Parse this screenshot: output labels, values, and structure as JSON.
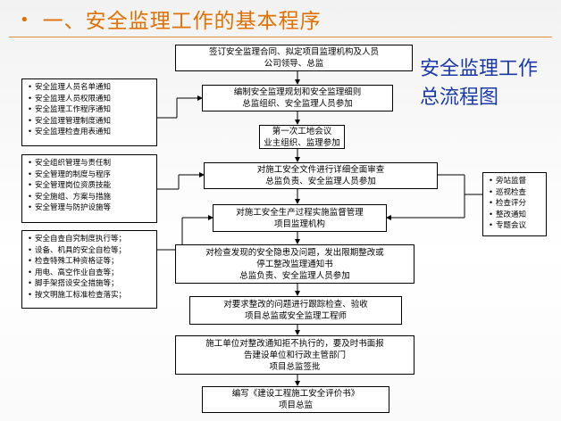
{
  "title": {
    "bullet": "•",
    "text": "一、安全监理工作的基本程序"
  },
  "flow_label": "安全监理工作总流程图",
  "steps": [
    {
      "lines": [
        "签订安全监理合同、拟定项目监理机构及人员",
        "公司领导、总监"
      ]
    },
    {
      "lines": [
        "编制安全监理规划和安全监理细则",
        "总监组织、安全监理人员参加"
      ]
    },
    {
      "lines": [
        "第一次工地会议",
        "业主组织、监理参加"
      ]
    },
    {
      "lines": [
        "对施工安全文件进行详细全面审查",
        "总监负责、安全监理人员参加"
      ]
    },
    {
      "lines": [
        "对施工安全生产过程实施监督管理",
        "项目监理机构"
      ]
    },
    {
      "lines": [
        "对检查发现的安全隐患及问题，发出限期整改或",
        "停工整改监理通知书",
        "总监负责、安全监理人员参加"
      ]
    },
    {
      "lines": [
        "对要求整改的问题进行跟踪检查、验收",
        "项目总监或安全监理工程师"
      ]
    },
    {
      "lines": [
        "施工单位对整改通知拒不执行的，要及时书面报",
        "告建设单位和行政主管部门",
        "项目总监签批"
      ]
    },
    {
      "lines": [
        "编写《建设工程施工安全评价书》",
        "项目总监"
      ]
    }
  ],
  "side_left": [
    {
      "items": [
        "安全监理人员名单通知",
        "安全监理人员权限通知",
        "安全监理工作程序通知",
        "安全监理管理制度通知",
        "安全监理检查用表通知"
      ]
    },
    {
      "items": [
        "安全组织管理与责任制",
        "安全管理的制度与程序",
        "安全管理岗位资质技能",
        "安全施组、方案与措施",
        "安全管理与防护设施等"
      ]
    },
    {
      "items": [
        "安全自查自究制度执行等；",
        "设备、机具的安全自检等；",
        "检查特殊工种资格证等；",
        "用电、高空作业自查等；",
        "脚手架搭设安全措施等；",
        "按文明施工标准检查落实；"
      ]
    }
  ],
  "side_right": {
    "items": [
      "旁站监督",
      "巡视检查",
      "检查评分",
      "整改通知",
      "专题会议"
    ]
  }
}
